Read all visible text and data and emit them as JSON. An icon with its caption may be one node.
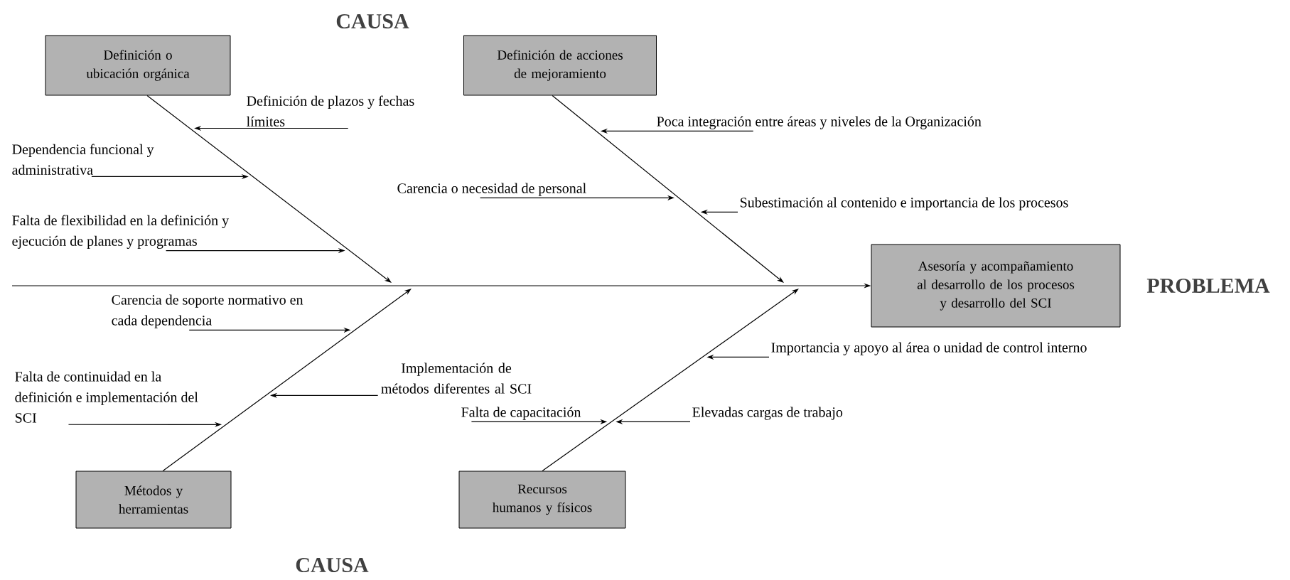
{
  "diagram": {
    "nodes": [
      {
        "text": [
          "Definición o ubicación orgánica"
        ]
      },
      {
        "text": [
          "Definición de acciones de mejoramiento"
        ]
      },
      {
        "text": [
          "Definición de plazos y fechas límites"
        ]
      },
      {
        "text": [
          "Poca integración entre áreas y niveles de la Organización"
        ]
      },
      {
        "text": [
          "Dependencia funcional y administrativa"
        ]
      },
      {
        "text": [
          "Carencia o necesidad de personal"
        ]
      },
      {
        "text": [
          "Subestimación al contenido e importancia de los procesos"
        ]
      },
      {
        "text": [
          "Falta de flexibilidad en la definición y ejecución de planes y programas"
        ]
      },
      {
        "text": [
          "Asesoría y acompañamiento al desarrollo de los procesos y desarrollo del SCI"
        ]
      },
      {
        "text": [
          "Carencia de soporte normativo en cada dependencia"
        ]
      },
      {
        "text": [
          "Importancia y apoyo al área o unidad de control interno"
        ]
      },
      {
        "text": [
          "Implementación de métodos diferentes al SCI"
        ]
      },
      {
        "text": [
          "Falta de continuidad en la definición e implementación del SCI"
        ]
      },
      {
        "text": [
          "Falta de capacitación"
        ]
      },
      {
        "text": [
          "Elevadas cargas de trabajo"
        ]
      },
      {
        "text": [
          "Métodos y herramientas"
        ]
      },
      {
        "text": [
          "Recursos humanos y físicos"
        ]
      }
    ],
    "edges": [
      {
        "from": null,
        "to": 8,
        "arrow": "to"
      },
      {
        "from": 0,
        "to": null,
        "arrow": "to"
      },
      {
        "from": 1,
        "to": null,
        "arrow": "to"
      },
      {
        "from": 15,
        "to": null,
        "arrow": "to"
      },
      {
        "from": 16,
        "to": null,
        "arrow": "to"
      },
      {
        "from": 2,
        "to": null,
        "arrow": "to"
      },
      {
        "from": 3,
        "to": null,
        "arrow": "to"
      },
      {
        "from": 4,
        "to": null,
        "arrow": "to"
      },
      {
        "from": 5,
        "to": null,
        "arrow": "to"
      },
      {
        "from": 6,
        "to": null,
        "arrow": "to"
      },
      {
        "from": 7,
        "to": null,
        "arrow": "to"
      },
      {
        "from": 9,
        "to": null,
        "arrow": "to"
      },
      {
        "from": 10,
        "to": null,
        "arrow": "to"
      },
      {
        "from": 11,
        "to": null,
        "arrow": "to"
      },
      {
        "from": 12,
        "to": null,
        "arrow": "to"
      },
      {
        "from": 13,
        "to": null,
        "arrow": "to"
      },
      {
        "from": 14,
        "to": null,
        "arrow": "to"
      }
    ],
    "labels": [
      "CAUSA",
      "PROBLEMA",
      "CAUSA"
    ]
  }
}
